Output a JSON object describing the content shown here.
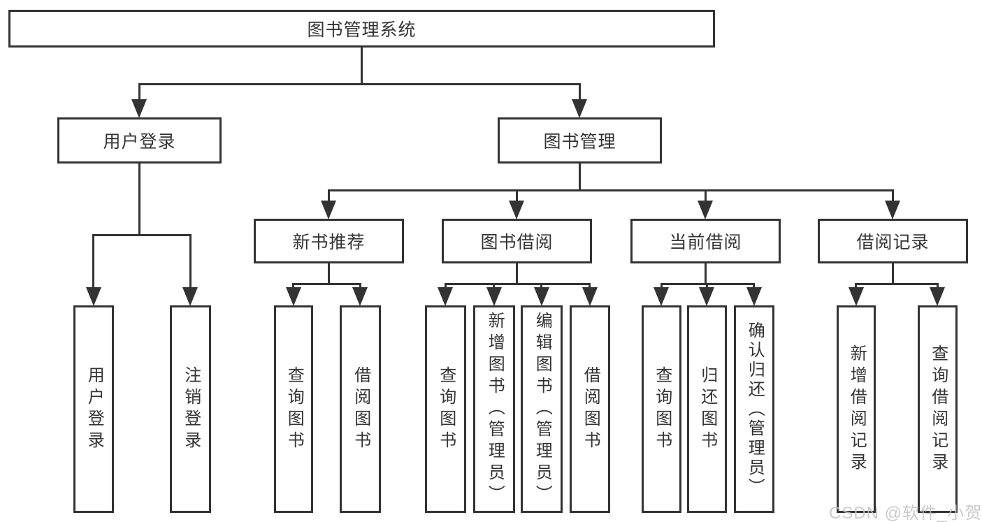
{
  "diagram": {
    "tree": {
      "label": "图书管理系统",
      "children": [
        {
          "label": "用户登录",
          "children": [
            {
              "label": "用户登录"
            },
            {
              "label": "注销登录"
            }
          ]
        },
        {
          "label": "图书管理",
          "children": [
            {
              "label": "新书推荐",
              "children": [
                {
                  "label": "查询图书"
                },
                {
                  "label": "借阅图书"
                }
              ]
            },
            {
              "label": "图书借阅",
              "children": [
                {
                  "label": "查询图书"
                },
                {
                  "label": "新增图书（管理员）"
                },
                {
                  "label": "编辑图书（管理员）"
                },
                {
                  "label": "借阅图书"
                }
              ]
            },
            {
              "label": "当前借阅",
              "children": [
                {
                  "label": "查询图书"
                },
                {
                  "label": "归还图书"
                },
                {
                  "label": "确认归还（管理员）"
                }
              ]
            },
            {
              "label": "借阅记录",
              "children": [
                {
                  "label": "新增借阅记录"
                },
                {
                  "label": "查询借阅记录"
                }
              ]
            }
          ]
        }
      ]
    }
  },
  "watermark": {
    "text": "CSDN @软件_小贺同学"
  },
  "colors": {
    "line": "#333333",
    "text": "#333333",
    "watermark": "#c3c3c3",
    "background": "#ffffff"
  }
}
